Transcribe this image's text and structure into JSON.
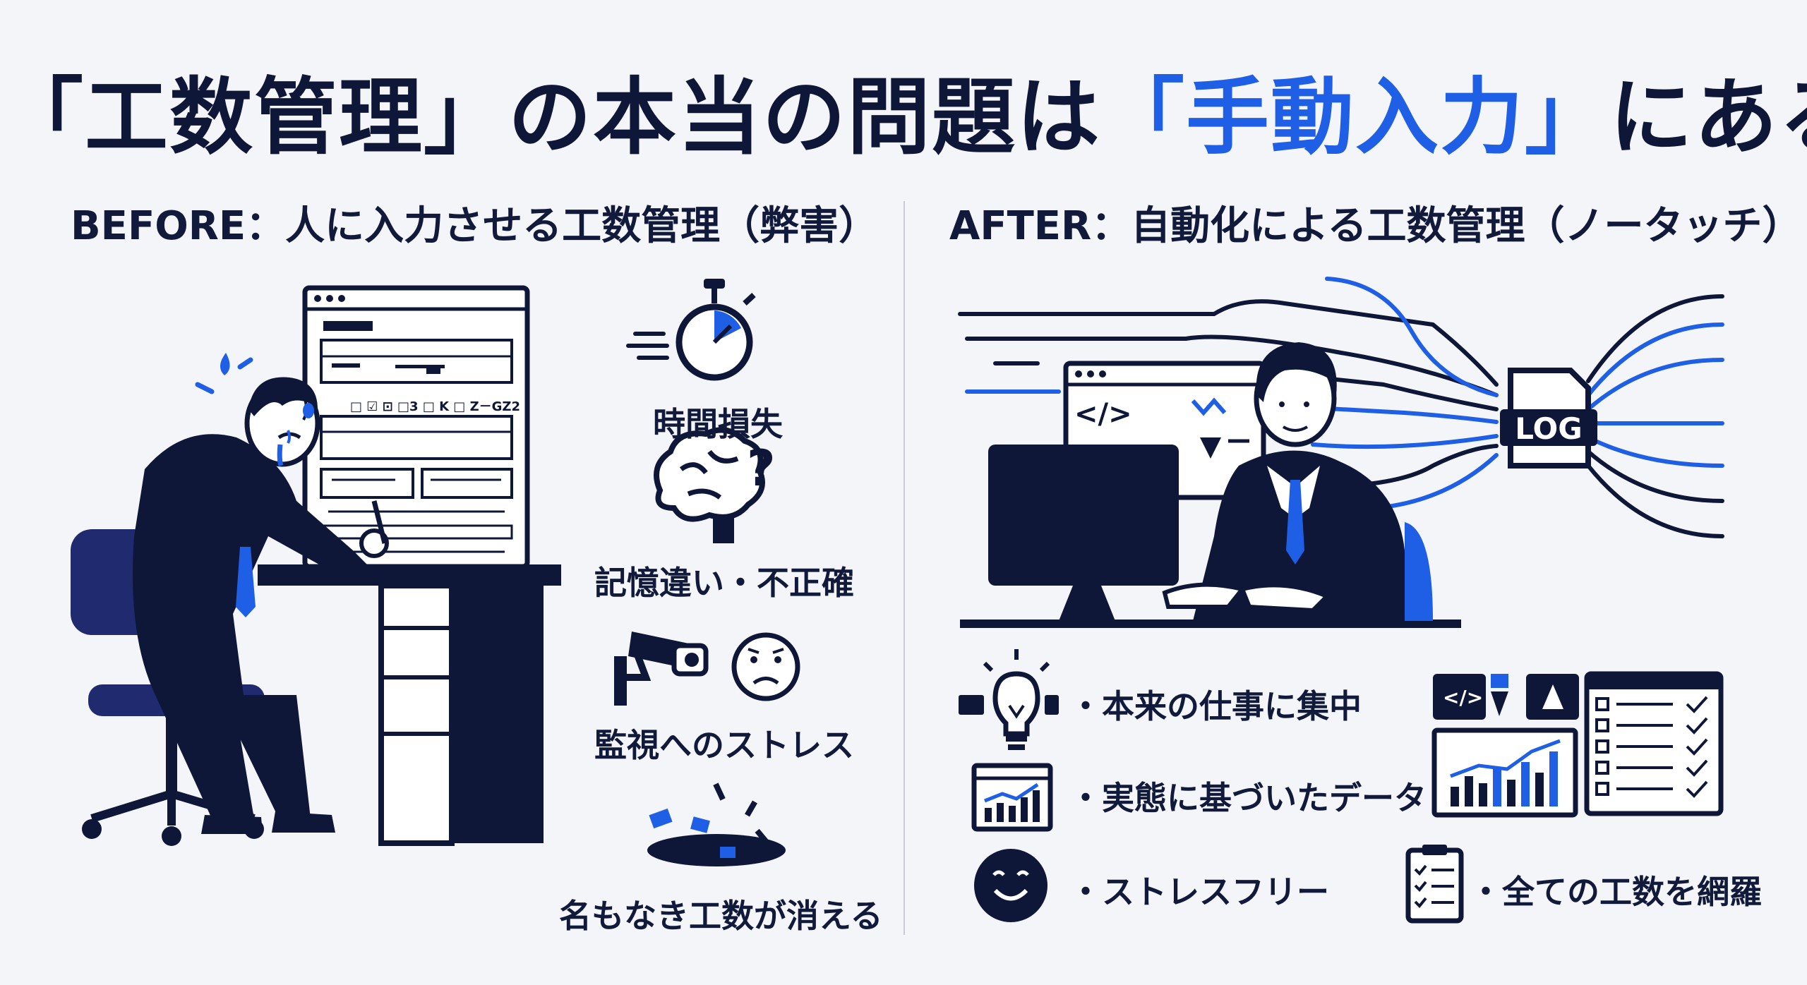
{
  "title": {
    "part1": "「工数管理」の本当の問題は",
    "accent": "「手動入力」",
    "part2": "にある"
  },
  "before": {
    "heading": "BEFORE：人に入力させる工数管理（弊害）",
    "form_text": "□ ☑ ⊡ □3 □ K □ Z－GZ2",
    "problems": [
      {
        "label": "時間損失",
        "icon": "stopwatch-icon"
      },
      {
        "label": "記憶違い・不正確",
        "icon": "brain-question-icon"
      },
      {
        "label": "監視へのストレス",
        "icon": "surveillance-camera-icon"
      },
      {
        "label": "名もなき工数が消える",
        "icon": "vanishing-hole-icon"
      }
    ]
  },
  "after": {
    "heading": "AFTER：自動化による工数管理（ノータッチ）",
    "log_label": "LOG",
    "code_tag": "</>",
    "benefits": [
      {
        "label": "・本来の仕事に集中",
        "icon": "lightbulb-icon"
      },
      {
        "label": "・実態に基づいたデータ",
        "icon": "chart-window-icon"
      },
      {
        "label": "・ストレスフリー",
        "icon": "smiley-icon"
      },
      {
        "label": "・全ての工数を網羅",
        "icon": "checklist-icon"
      }
    ]
  },
  "colors": {
    "navy": "#0f1738",
    "blue": "#1f5fe6",
    "bg": "#f4f5f8"
  }
}
